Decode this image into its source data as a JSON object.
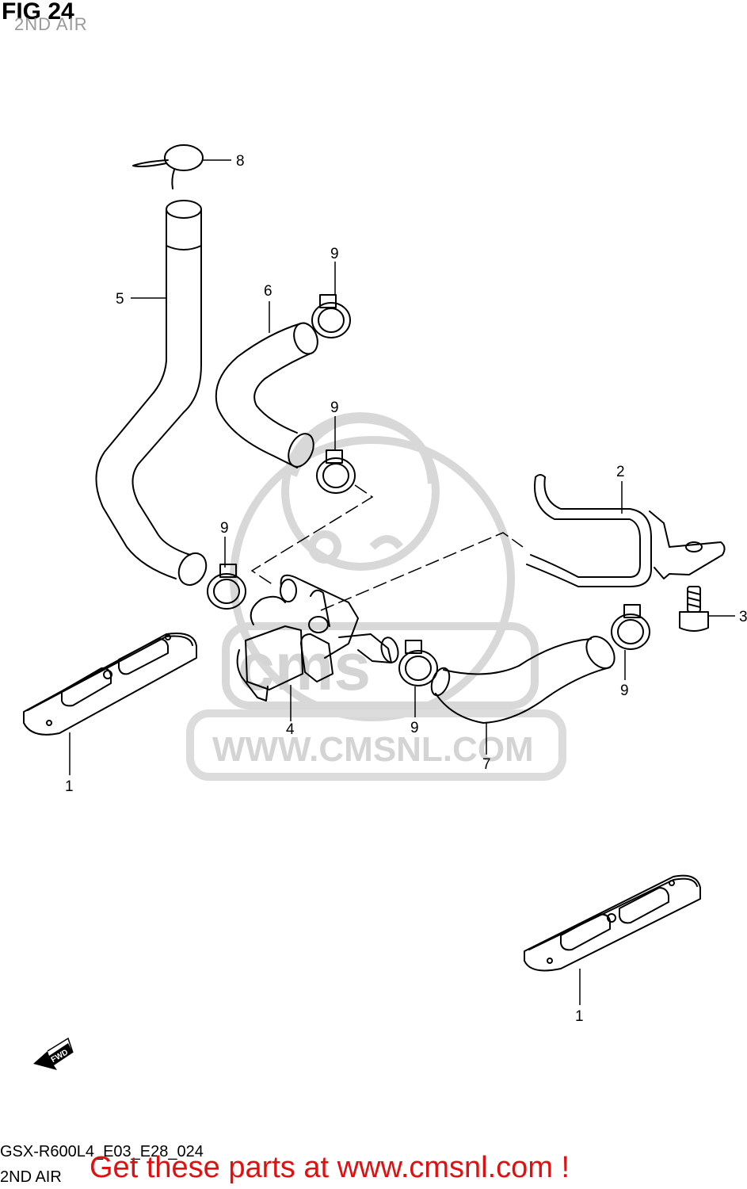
{
  "header": {
    "fig_label": "FIG 24",
    "subtitle": "2ND AIR"
  },
  "watermark": {
    "site": "WWW.CMSNL.COM",
    "logo_text": "cms"
  },
  "callouts": {
    "p1_left": "1",
    "p1_right": "1",
    "p2": "2",
    "p3": "3",
    "p4": "4",
    "p5": "5",
    "p6": "6",
    "p7": "7",
    "p8": "8",
    "p9_a": "9",
    "p9_b": "9",
    "p9_c": "9",
    "p9_d": "9",
    "p9_e": "9"
  },
  "fwd_label": "FWD",
  "footer": {
    "code": "GSX-R600L4_E03_E28_024",
    "name": "2ND AIR",
    "promo": "Get these parts at www.cmsnl.com !"
  },
  "colors": {
    "promo": "#e01010",
    "subtitle": "#9a9a9a",
    "watermark": "#d4d4d4"
  }
}
